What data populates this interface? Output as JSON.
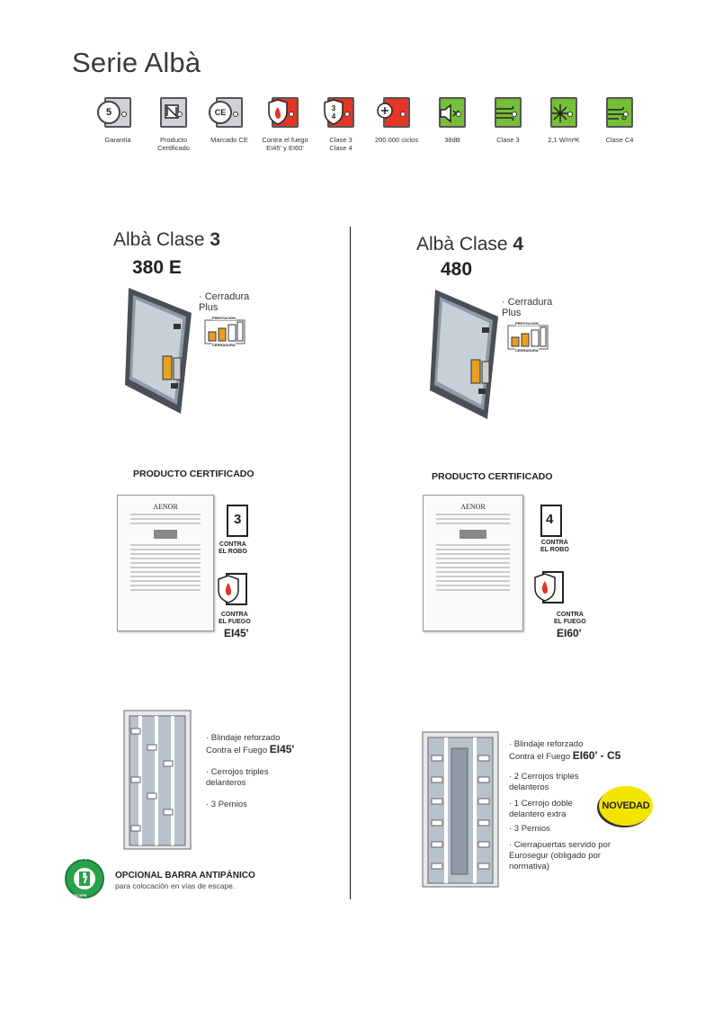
{
  "title": "Serie Albà",
  "features": [
    {
      "label": "Garantía",
      "badge": "5",
      "color": "grey",
      "icon": "warranty-seal-icon"
    },
    {
      "label": "Producto\nCertificado",
      "badge": "",
      "color": "grey",
      "icon": "certified-n-icon"
    },
    {
      "label": "Marcado CE",
      "badge": "CE",
      "color": "grey",
      "icon": "ce-mark-icon"
    },
    {
      "label": "Contra el fuego\nEI45' y EI60'",
      "badge": "",
      "color": "red",
      "icon": "fire-shield-icon"
    },
    {
      "label": "Clase 3\nClase 4",
      "badge": "3/4",
      "color": "red",
      "icon": "class-shield-icon"
    },
    {
      "label": "200.000 ciclos",
      "badge": "",
      "color": "red",
      "icon": "cycles-hand-icon"
    },
    {
      "label": "38dB",
      "badge": "",
      "color": "green",
      "icon": "sound-mute-icon"
    },
    {
      "label": "Clase 3",
      "badge": "",
      "color": "green",
      "icon": "wind-class-icon"
    },
    {
      "label": "2,1 W/m²K",
      "badge": "",
      "color": "green",
      "icon": "snowflake-icon"
    },
    {
      "label": "Clase C4",
      "badge": "",
      "color": "green",
      "icon": "wind-resistance-icon"
    }
  ],
  "left": {
    "title_prefix": "Albà Clase ",
    "title_class": "3",
    "code": "380 E",
    "lock_label": "· Cerradura\n  Plus",
    "lock_meter_top": "PRESTACIÓN",
    "lock_meter_bottom": "CERRADURA",
    "cert_heading": "PRODUCTO CERTIFICADO",
    "cert_aenor": "AENOR",
    "cert_class": "3",
    "cert_robo": "CONTRA\nEL ROBO",
    "cert_fuego": "CONTRA\nEL FUEGO",
    "cert_rating": "EI45'",
    "bullet1": "· Blindaje reforzado\n  Contra el Fuego ",
    "bullet1_bold": "EI45'",
    "bullet2": "· Cerrojos triples\n  delanteros",
    "bullet3": "· 3 Pernios",
    "escape_title": "OPCIONAL BARRA ANTIPÁNICO",
    "escape_sub": "para colocación en vías de escape.",
    "escape_badge_top": "ESCAPE",
    "escape_badge_bottom": "ESCAPE"
  },
  "right": {
    "title_prefix": "Albà Clase ",
    "title_class": "4",
    "code": "480",
    "lock_label": "· Cerradura\n  Plus",
    "lock_meter_top": "PRESTACIÓN",
    "lock_meter_bottom": "CERRADURA",
    "cert_heading": "PRODUCTO CERTIFICADO",
    "cert_aenor": "AENOR",
    "cert_class": "4",
    "cert_robo": "CONTRA\nEL ROBO",
    "cert_fuego": "CONTRA\nEL FUEGO",
    "cert_rating": "EI60'",
    "bullet1": "· Blindaje reforzado\n  Contra el Fuego ",
    "bullet1_bold": "EI60' - C5",
    "bullet2": "· 2 Cerrojos triples\n  delanteros",
    "bullet3": "· 1 Cerrojo doble\n  delantero extra",
    "bullet4": "· 3 Pernios",
    "bullet5": "· Cierrapuertas servido por\n  Eurosegur (obligado por\n  normativa)",
    "novedad": "NOVEDAD"
  },
  "colors": {
    "red": "#e53524",
    "green": "#76bf3a",
    "grey": "#cfd3d7",
    "novedad": "#f2e600",
    "escape": "#28a34a",
    "lock_orange": "#e8a021"
  }
}
